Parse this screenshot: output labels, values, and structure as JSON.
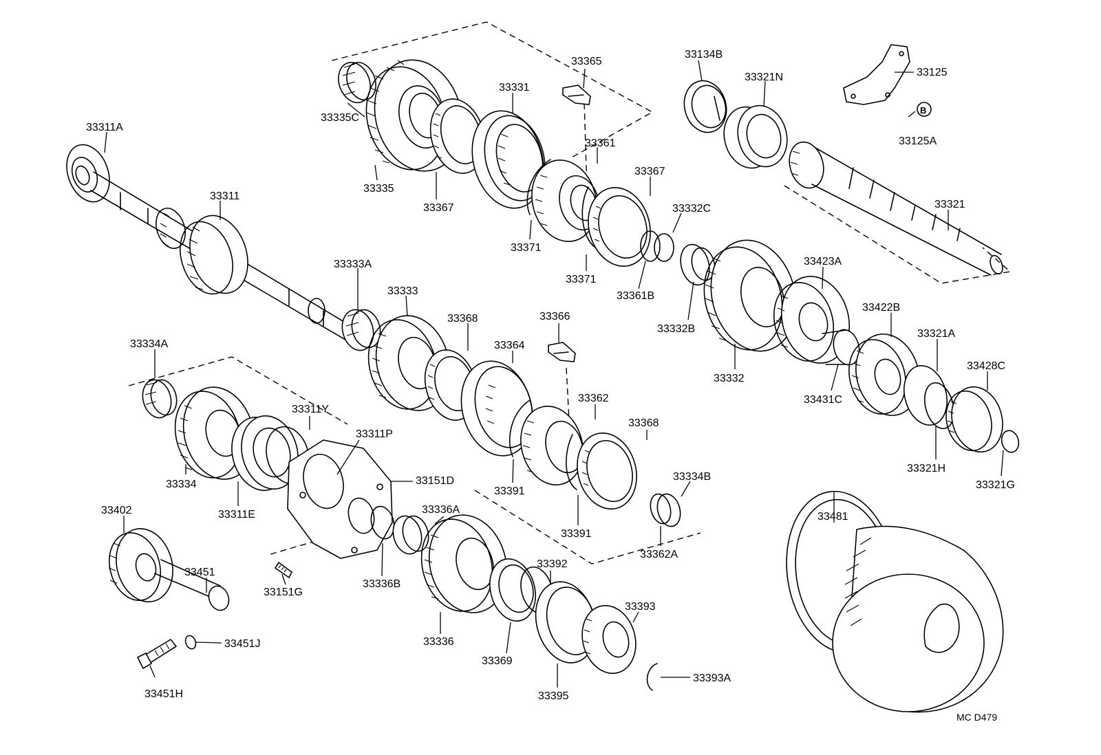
{
  "diagram": {
    "code": "MC  D479",
    "labels": {
      "p33311A": "33311A",
      "p33311": "33311",
      "p33335C": "33335C",
      "p33335": "33335",
      "p33331": "33331",
      "p33367a": "33367",
      "p33365": "33365",
      "p33361": "33361",
      "p33367b": "33367",
      "p33371a": "33371",
      "p33371b": "33371",
      "p33134B": "33134B",
      "p33321N": "33321N",
      "p33125": "33125",
      "p33125A": "33125A",
      "p33321": "33321",
      "p33332C": "33332C",
      "p33361B": "33361B",
      "p33332B": "33332B",
      "p33332": "33332",
      "p33423A": "33423A",
      "p33422B": "33422B",
      "p33321A": "33321A",
      "p33428C": "33428C",
      "p33431C": "33431C",
      "p33321H": "33321H",
      "p33321G": "33321G",
      "p33333A": "33333A",
      "p33333": "33333",
      "p33368a": "33368",
      "p33364": "33364",
      "p33366": "33366",
      "p33362": "33362",
      "p33368b": "33368",
      "p33391a": "33391",
      "p33391b": "33391",
      "p33334B": "33334B",
      "p33362A": "33362A",
      "p33334A": "33334A",
      "p33334": "33334",
      "p33311Y": "33311Y",
      "p33311P": "33311P",
      "p33311E": "33311E",
      "p33151D": "33151D",
      "p33336A": "33336A",
      "p33336B": "33336B",
      "p33336": "33336",
      "p33151G": "33151G",
      "p33402": "33402",
      "p33451": "33451",
      "p33451J": "33451J",
      "p33451H": "33451H",
      "p33392": "33392",
      "p33393": "33393",
      "p33369": "33369",
      "p33395": "33395",
      "p33393A": "33393A",
      "p33481": "33481",
      "circB": "B"
    }
  }
}
